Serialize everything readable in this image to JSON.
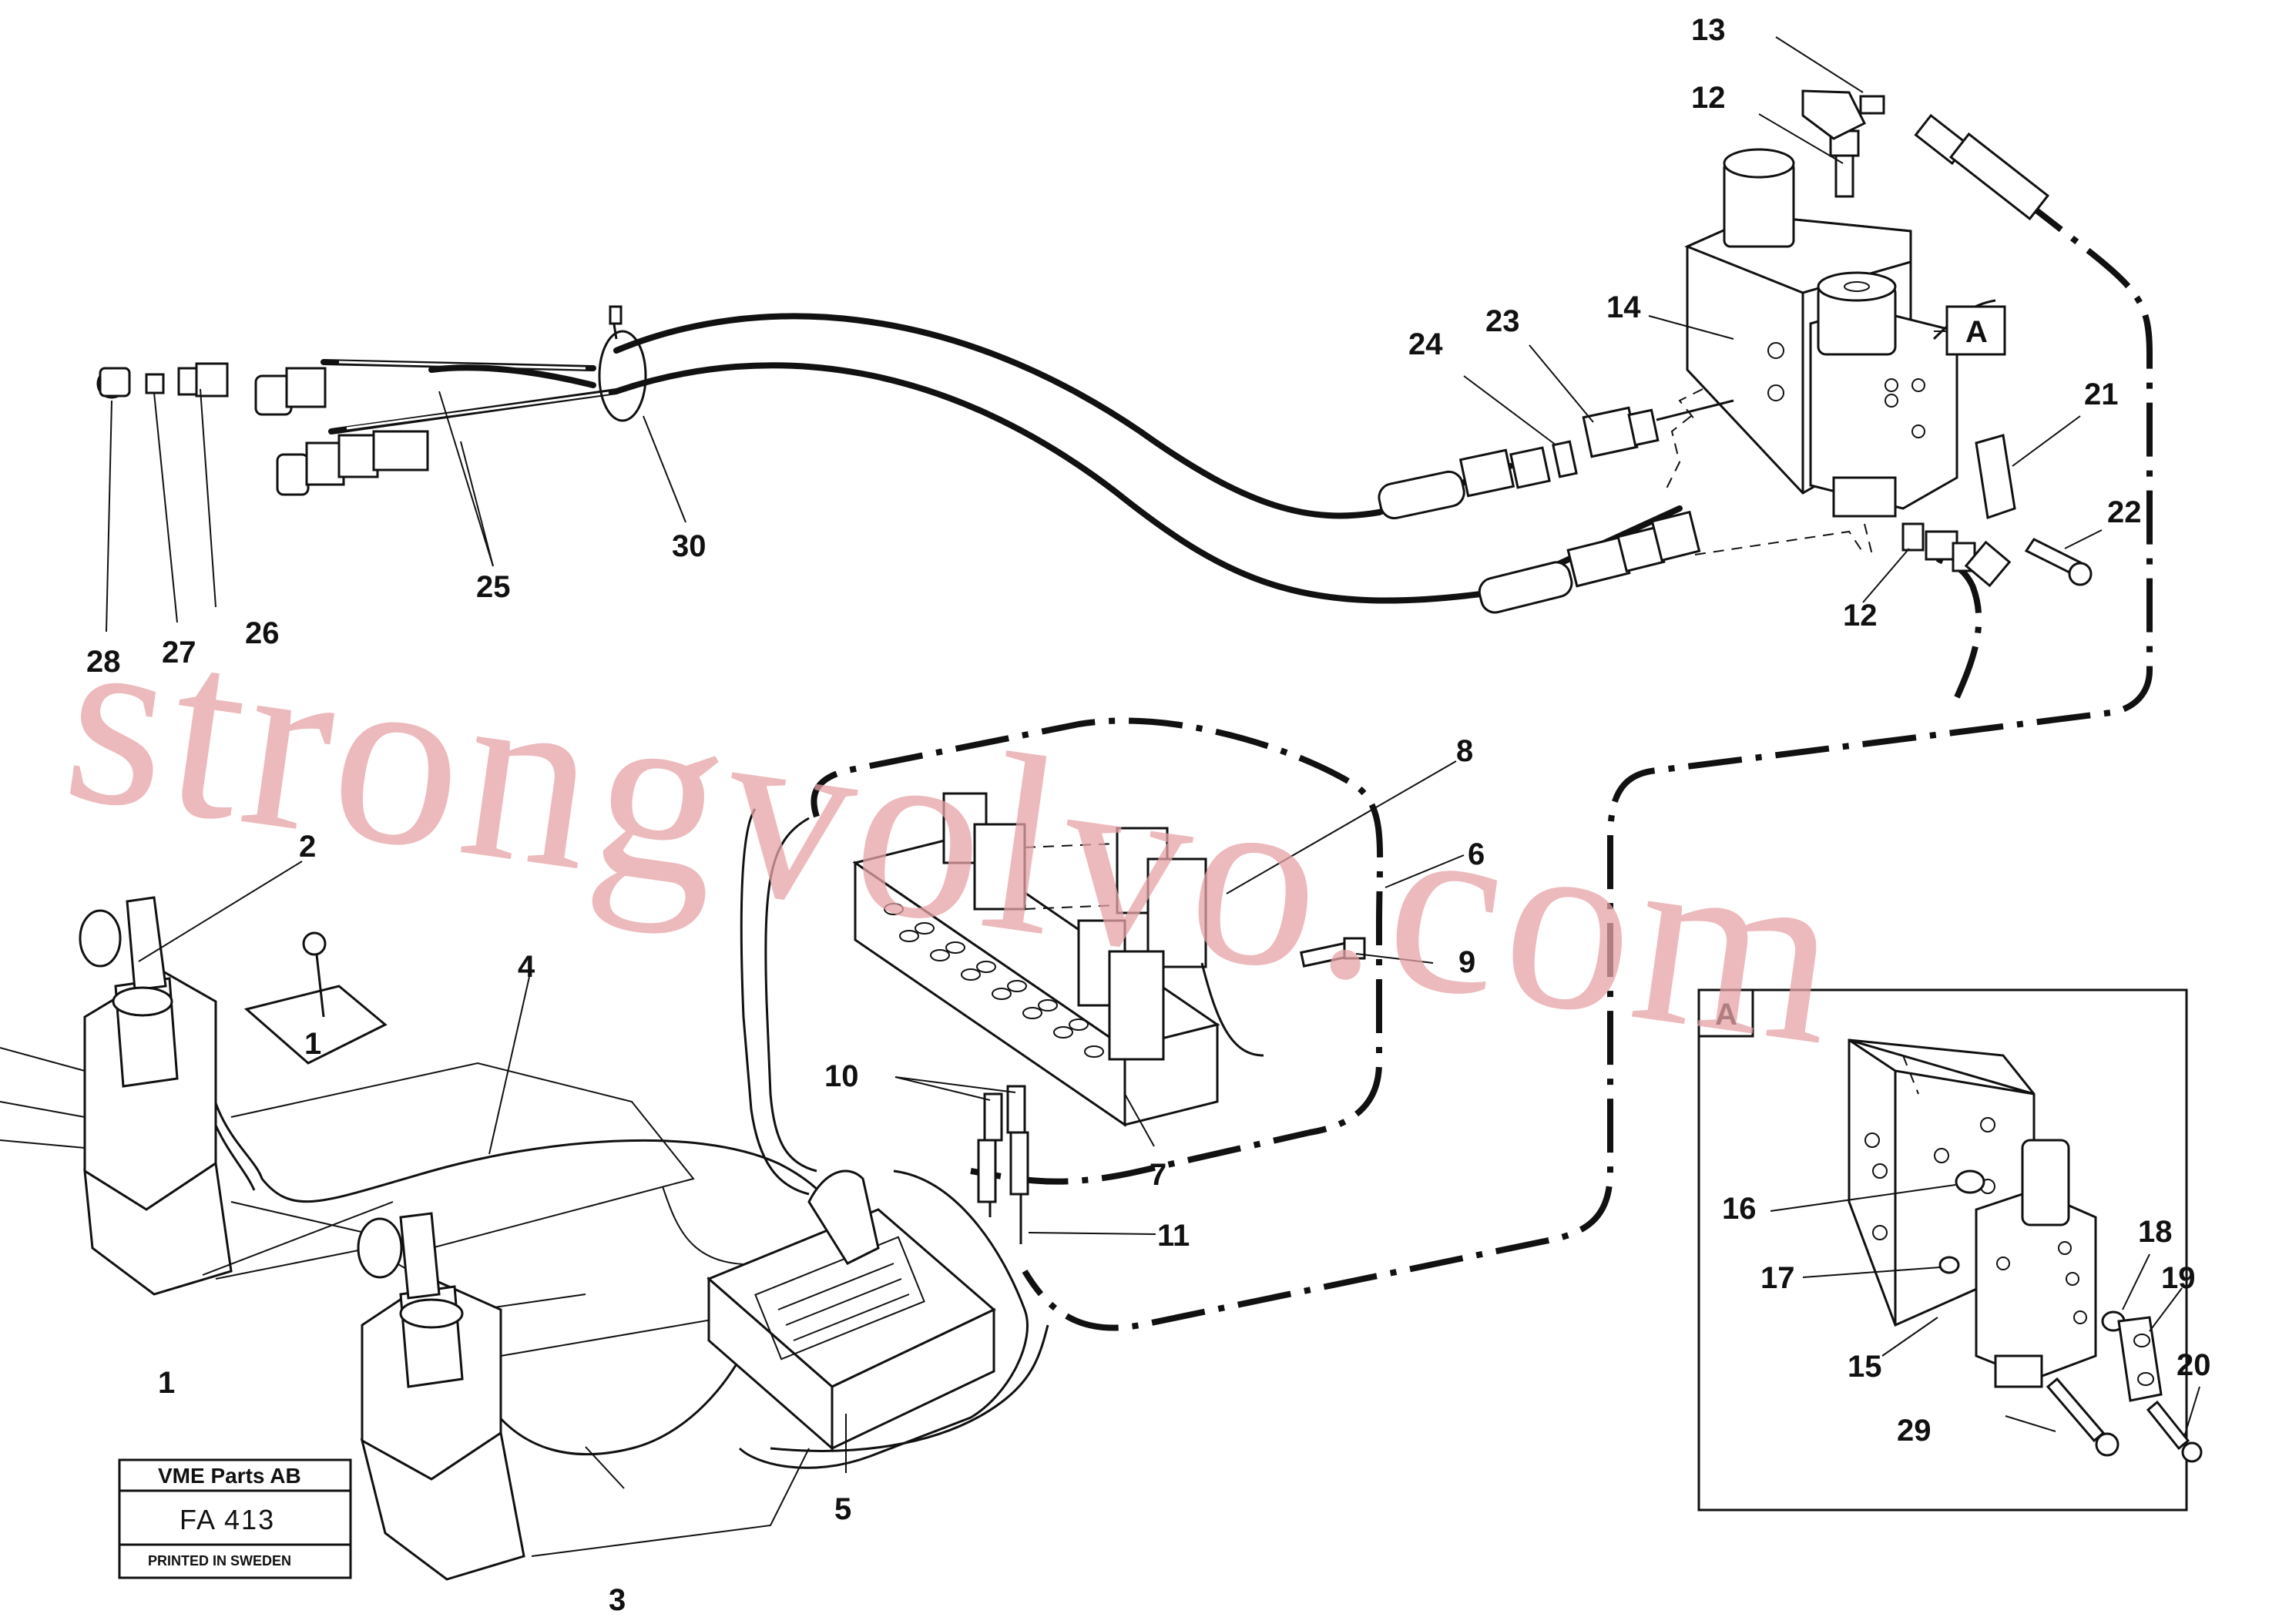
{
  "diagram": {
    "callouts": [
      "1",
      "1",
      "2",
      "3",
      "4",
      "5",
      "6",
      "7",
      "8",
      "9",
      "10",
      "11",
      "12",
      "12",
      "13",
      "14",
      "15",
      "16",
      "17",
      "18",
      "19",
      "20",
      "21",
      "22",
      "23",
      "24",
      "25",
      "26",
      "27",
      "28",
      "29",
      "30"
    ],
    "detail_label": "A",
    "watermark": "strongvolvo.com",
    "plate": {
      "title": "VME Parts AB",
      "code": "FA 413",
      "footer": "PRINTED IN SWEDEN"
    }
  }
}
